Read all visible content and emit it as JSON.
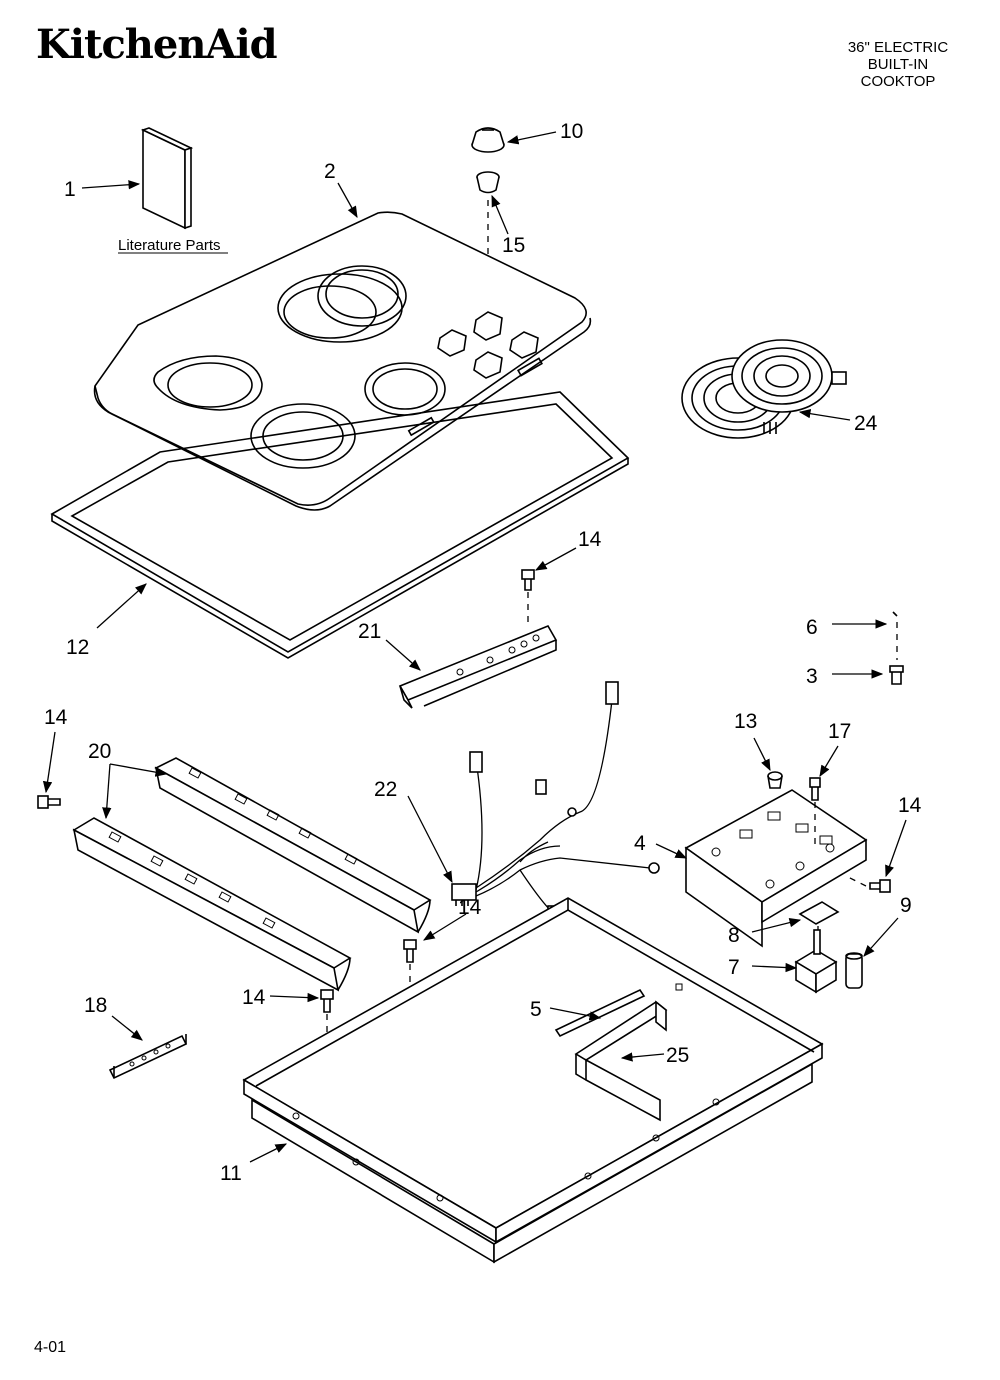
{
  "header": {
    "brand": "KitchenAid",
    "title_lines": [
      "36\" ELECTRIC",
      "BUILT-IN",
      "COOKTOP"
    ]
  },
  "literature_label": "Literature Parts",
  "callouts": [
    "1",
    "2",
    "10",
    "15",
    "24",
    "12",
    "14",
    "21",
    "6",
    "3",
    "14",
    "20",
    "22",
    "13",
    "17",
    "14",
    "4",
    "9",
    "8",
    "7",
    "14",
    "14",
    "18",
    "5",
    "25",
    "11"
  ],
  "footer": {
    "page_number": "4-01"
  }
}
